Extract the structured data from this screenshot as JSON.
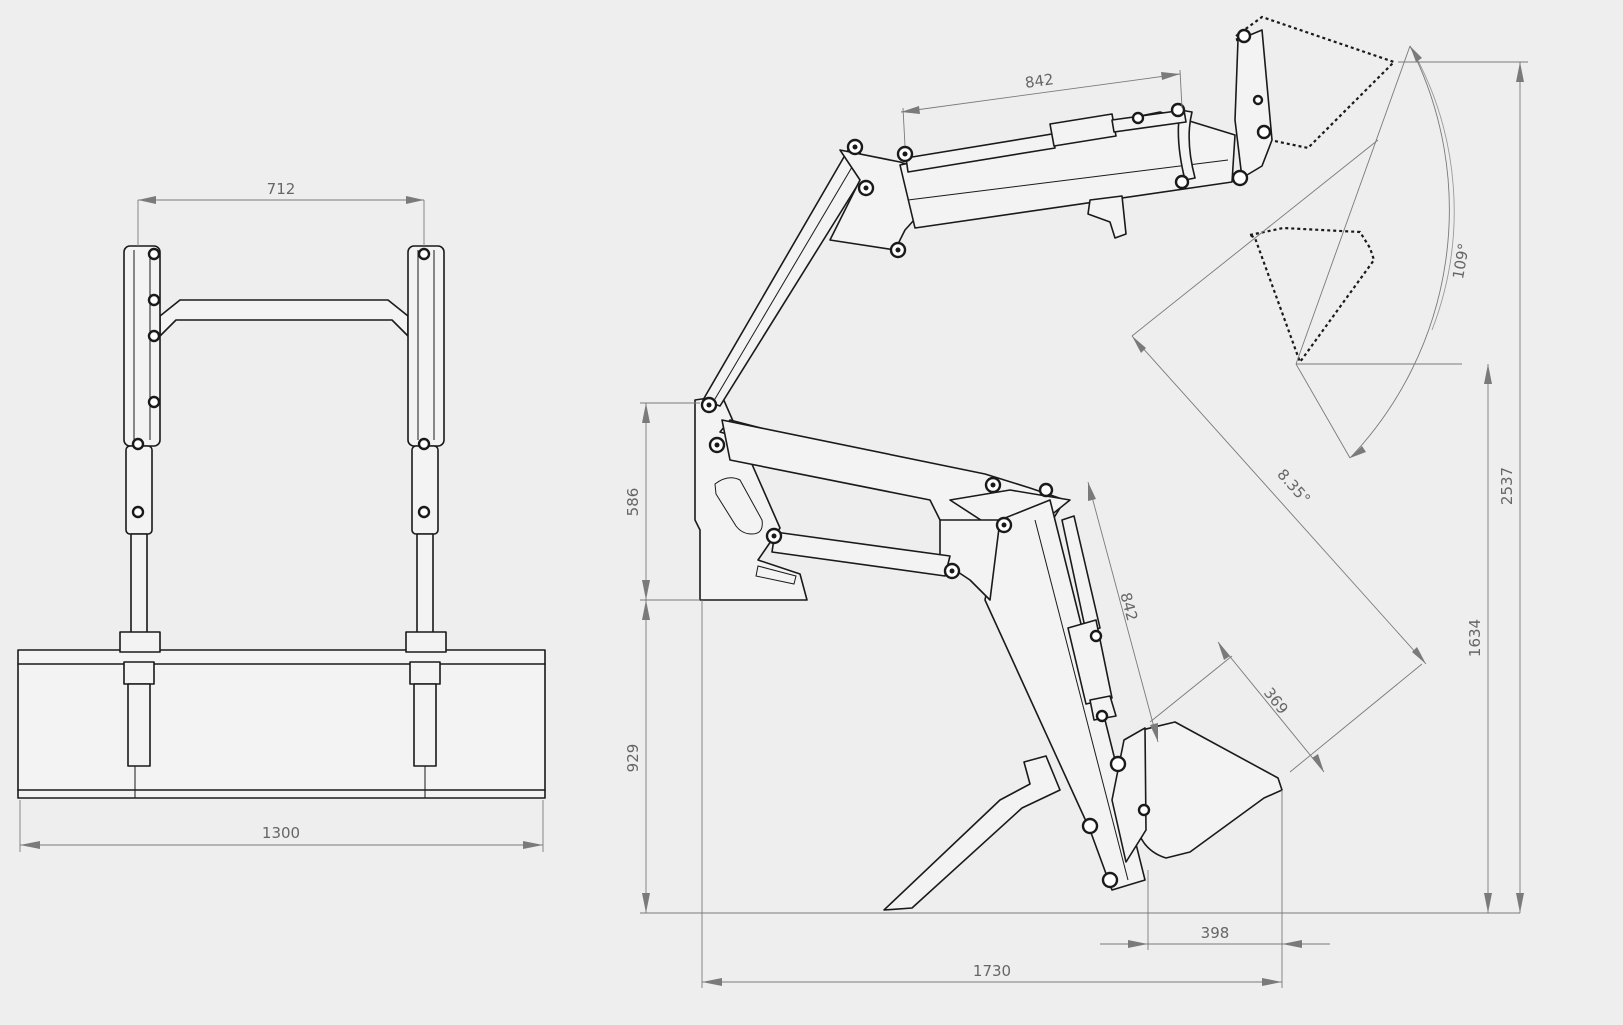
{
  "front_view": {
    "dim_arm_spacing": "712",
    "dim_bucket_width": "1300"
  },
  "side_view": {
    "dim_raised_arm_cylinder": "842",
    "dim_lowered_arm_cylinder": "842",
    "dim_dump_angle": "109°",
    "dim_raised_tilt_angle": "8.35°",
    "dim_bucket_depth": "369",
    "dim_mount_height": "586",
    "dim_lower_frame_height": "929",
    "dim_reach_offset": "398",
    "dim_overall_length": "1730",
    "dim_pivot_height": "1634",
    "dim_max_height": "2537"
  }
}
